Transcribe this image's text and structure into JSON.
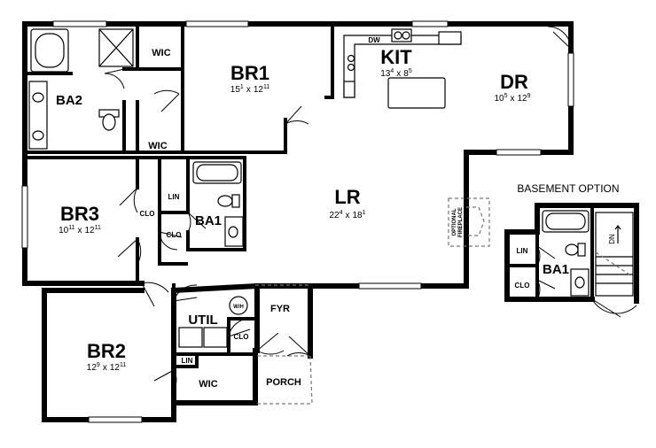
{
  "rooms": {
    "br1": {
      "name": "BR1",
      "dim_w": "15",
      "dim_w_sup": "1",
      "dim_x": "x",
      "dim_l": "12",
      "dim_l_sup": "11"
    },
    "kit": {
      "name": "KIT",
      "dim_w": "13",
      "dim_w_sup": "4",
      "dim_x": "x",
      "dim_l": "8",
      "dim_l_sup": "5"
    },
    "dr": {
      "name": "DR",
      "dim_w": "10",
      "dim_w_sup": "5",
      "dim_x": "x",
      "dim_l": "12",
      "dim_l_sup": "9"
    },
    "lr": {
      "name": "LR",
      "dim_w": "22",
      "dim_w_sup": "4",
      "dim_x": "x",
      "dim_l": "18",
      "dim_l_sup": "1"
    },
    "br3": {
      "name": "BR3",
      "dim_w": "10",
      "dim_w_sup": "11",
      "dim_x": "x",
      "dim_l": "12",
      "dim_l_sup": "11"
    },
    "br2": {
      "name": "BR2",
      "dim_w": "12",
      "dim_w_sup": "9",
      "dim_x": "x",
      "dim_l": "12",
      "dim_l_sup": "11"
    },
    "ba2": {
      "name": "BA2"
    },
    "ba1": {
      "name": "BA1"
    },
    "util": {
      "name": "UTIL"
    },
    "fyr": {
      "name": "FYR"
    },
    "porch": {
      "name": "PORCH"
    },
    "wic_br1": {
      "name": "WIC"
    },
    "wic_ba2": {
      "name": "WIC"
    },
    "wic_br2": {
      "name": "WIC"
    },
    "lin_hall": {
      "name": "LIN"
    },
    "clo_hall": {
      "name": "CLO"
    },
    "clo_br3": {
      "name": "CLO"
    },
    "clo_util": {
      "name": "CLO"
    },
    "lin_br2": {
      "name": "LIN"
    }
  },
  "fixtures": {
    "dw": "DW",
    "wh": "W/H",
    "fireplace_line1": "OPTIONAL",
    "fireplace_line2": "FIREPLACE"
  },
  "basement": {
    "caption": "BASEMENT OPTION",
    "lin": "LIN",
    "clo": "CLO",
    "ba1": "BA1",
    "dn": "DN"
  }
}
